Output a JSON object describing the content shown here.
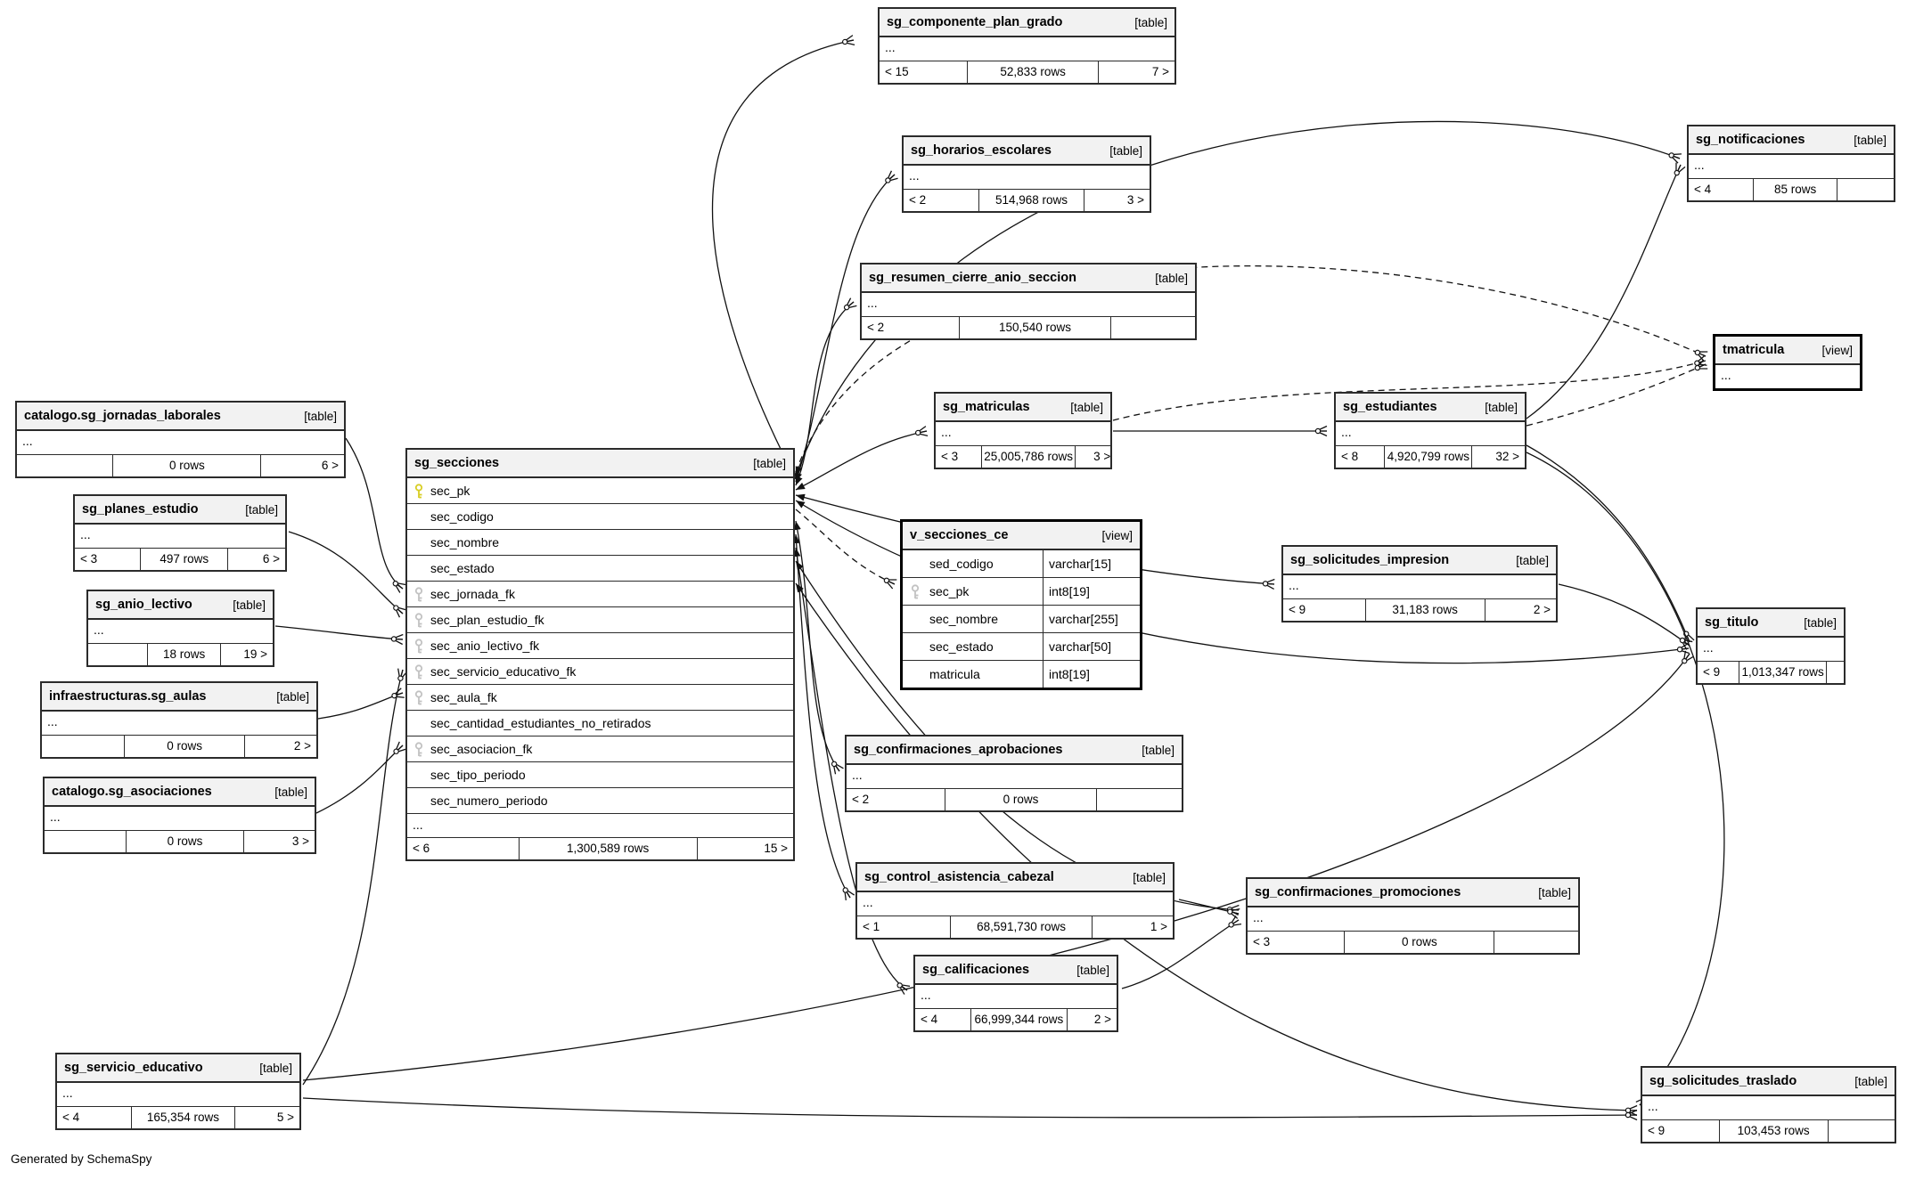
{
  "generator": "Generated by SchemaSpy",
  "dots": "...",
  "icons": {
    "primary_key_icon_color": "#d8ce24",
    "foreign_key_icon_color": "#c2c2c2"
  },
  "tables": [
    {
      "name": "sg_componente_plan_grado",
      "kind": "[table]",
      "f0": "< 15",
      "f1": "52,833 rows",
      "f2": "7 >"
    },
    {
      "name": "sg_horarios_escolares",
      "kind": "[table]",
      "f0": "< 2",
      "f1": "514,968 rows",
      "f2": "3 >"
    },
    {
      "name": "sg_resumen_cierre_anio_seccion",
      "kind": "[table]",
      "f0": "< 2",
      "f1": "150,540 rows",
      "f2": ""
    },
    {
      "name": "sg_notificaciones",
      "kind": "[table]",
      "f0": "< 4",
      "f1": "85 rows",
      "f2": ""
    },
    {
      "name": "tmatricula",
      "kind": "[view]"
    },
    {
      "name": "sg_matriculas",
      "kind": "[table]",
      "f0": "< 3",
      "f1": "25,005,786 rows",
      "f2": "3 >"
    },
    {
      "name": "sg_estudiantes",
      "kind": "[table]",
      "f0": "< 8",
      "f1": "4,920,799 rows",
      "f2": "32 >"
    },
    {
      "name": "catalogo.sg_jornadas_laborales",
      "kind": "[table]",
      "f0": "",
      "f1": "0 rows",
      "f2": "6 >"
    },
    {
      "name": "sg_planes_estudio",
      "kind": "[table]",
      "f0": "< 3",
      "f1": "497 rows",
      "f2": "6 >"
    },
    {
      "name": "sg_anio_lectivo",
      "kind": "[table]",
      "f0": "",
      "f1": "18 rows",
      "f2": "19 >"
    },
    {
      "name": "infraestructuras.sg_aulas",
      "kind": "[table]",
      "f0": "",
      "f1": "0 rows",
      "f2": "2 >"
    },
    {
      "name": "catalogo.sg_asociaciones",
      "kind": "[table]",
      "f0": "",
      "f1": "0 rows",
      "f2": "3 >"
    },
    {
      "name": "sg_secciones",
      "kind": "[table]",
      "f0": "< 6",
      "f1": "1,300,589 rows",
      "f2": "15 >",
      "columns": [
        {
          "name": "sec_pk",
          "key": "pk"
        },
        {
          "name": "sec_codigo",
          "key": ""
        },
        {
          "name": "sec_nombre",
          "key": ""
        },
        {
          "name": "sec_estado",
          "key": ""
        },
        {
          "name": "sec_jornada_fk",
          "key": "fk"
        },
        {
          "name": "sec_plan_estudio_fk",
          "key": "fk"
        },
        {
          "name": "sec_anio_lectivo_fk",
          "key": "fk"
        },
        {
          "name": "sec_servicio_educativo_fk",
          "key": "fk"
        },
        {
          "name": "sec_aula_fk",
          "key": "fk"
        },
        {
          "name": "sec_cantidad_estudiantes_no_retirados",
          "key": ""
        },
        {
          "name": "sec_asociacion_fk",
          "key": "fk"
        },
        {
          "name": "sec_tipo_periodo",
          "key": ""
        },
        {
          "name": "sec_numero_periodo",
          "key": ""
        }
      ]
    },
    {
      "name": "v_secciones_ce",
      "kind": "[view]",
      "columns": [
        {
          "name": "sed_codigo",
          "type": "varchar[15]",
          "key": ""
        },
        {
          "name": "sec_pk",
          "type": "int8[19]",
          "key": "fk"
        },
        {
          "name": "sec_nombre",
          "type": "varchar[255]",
          "key": ""
        },
        {
          "name": "sec_estado",
          "type": "varchar[50]",
          "key": ""
        },
        {
          "name": "matricula",
          "type": "int8[19]",
          "key": ""
        }
      ]
    },
    {
      "name": "sg_solicitudes_impresion",
      "kind": "[table]",
      "f0": "< 9",
      "f1": "31,183 rows",
      "f2": "2 >"
    },
    {
      "name": "sg_titulo",
      "kind": "[table]",
      "f0": "< 9",
      "f1": "1,013,347 rows",
      "f2": ""
    },
    {
      "name": "sg_confirmaciones_aprobaciones",
      "kind": "[table]",
      "f0": "< 2",
      "f1": "0 rows",
      "f2": ""
    },
    {
      "name": "sg_control_asistencia_cabezal",
      "kind": "[table]",
      "f0": "< 1",
      "f1": "68,591,730 rows",
      "f2": "1 >"
    },
    {
      "name": "sg_confirmaciones_promociones",
      "kind": "[table]",
      "f0": "< 3",
      "f1": "0 rows",
      "f2": ""
    },
    {
      "name": "sg_calificaciones",
      "kind": "[table]",
      "f0": "< 4",
      "f1": "66,999,344 rows",
      "f2": "2 >"
    },
    {
      "name": "sg_servicio_educativo",
      "kind": "[table]",
      "f0": "< 4",
      "f1": "165,354 rows",
      "f2": "5 >"
    },
    {
      "name": "sg_solicitudes_traslado",
      "kind": "[table]",
      "f0": "< 9",
      "f1": "103,453 rows",
      "f2": ""
    }
  ]
}
